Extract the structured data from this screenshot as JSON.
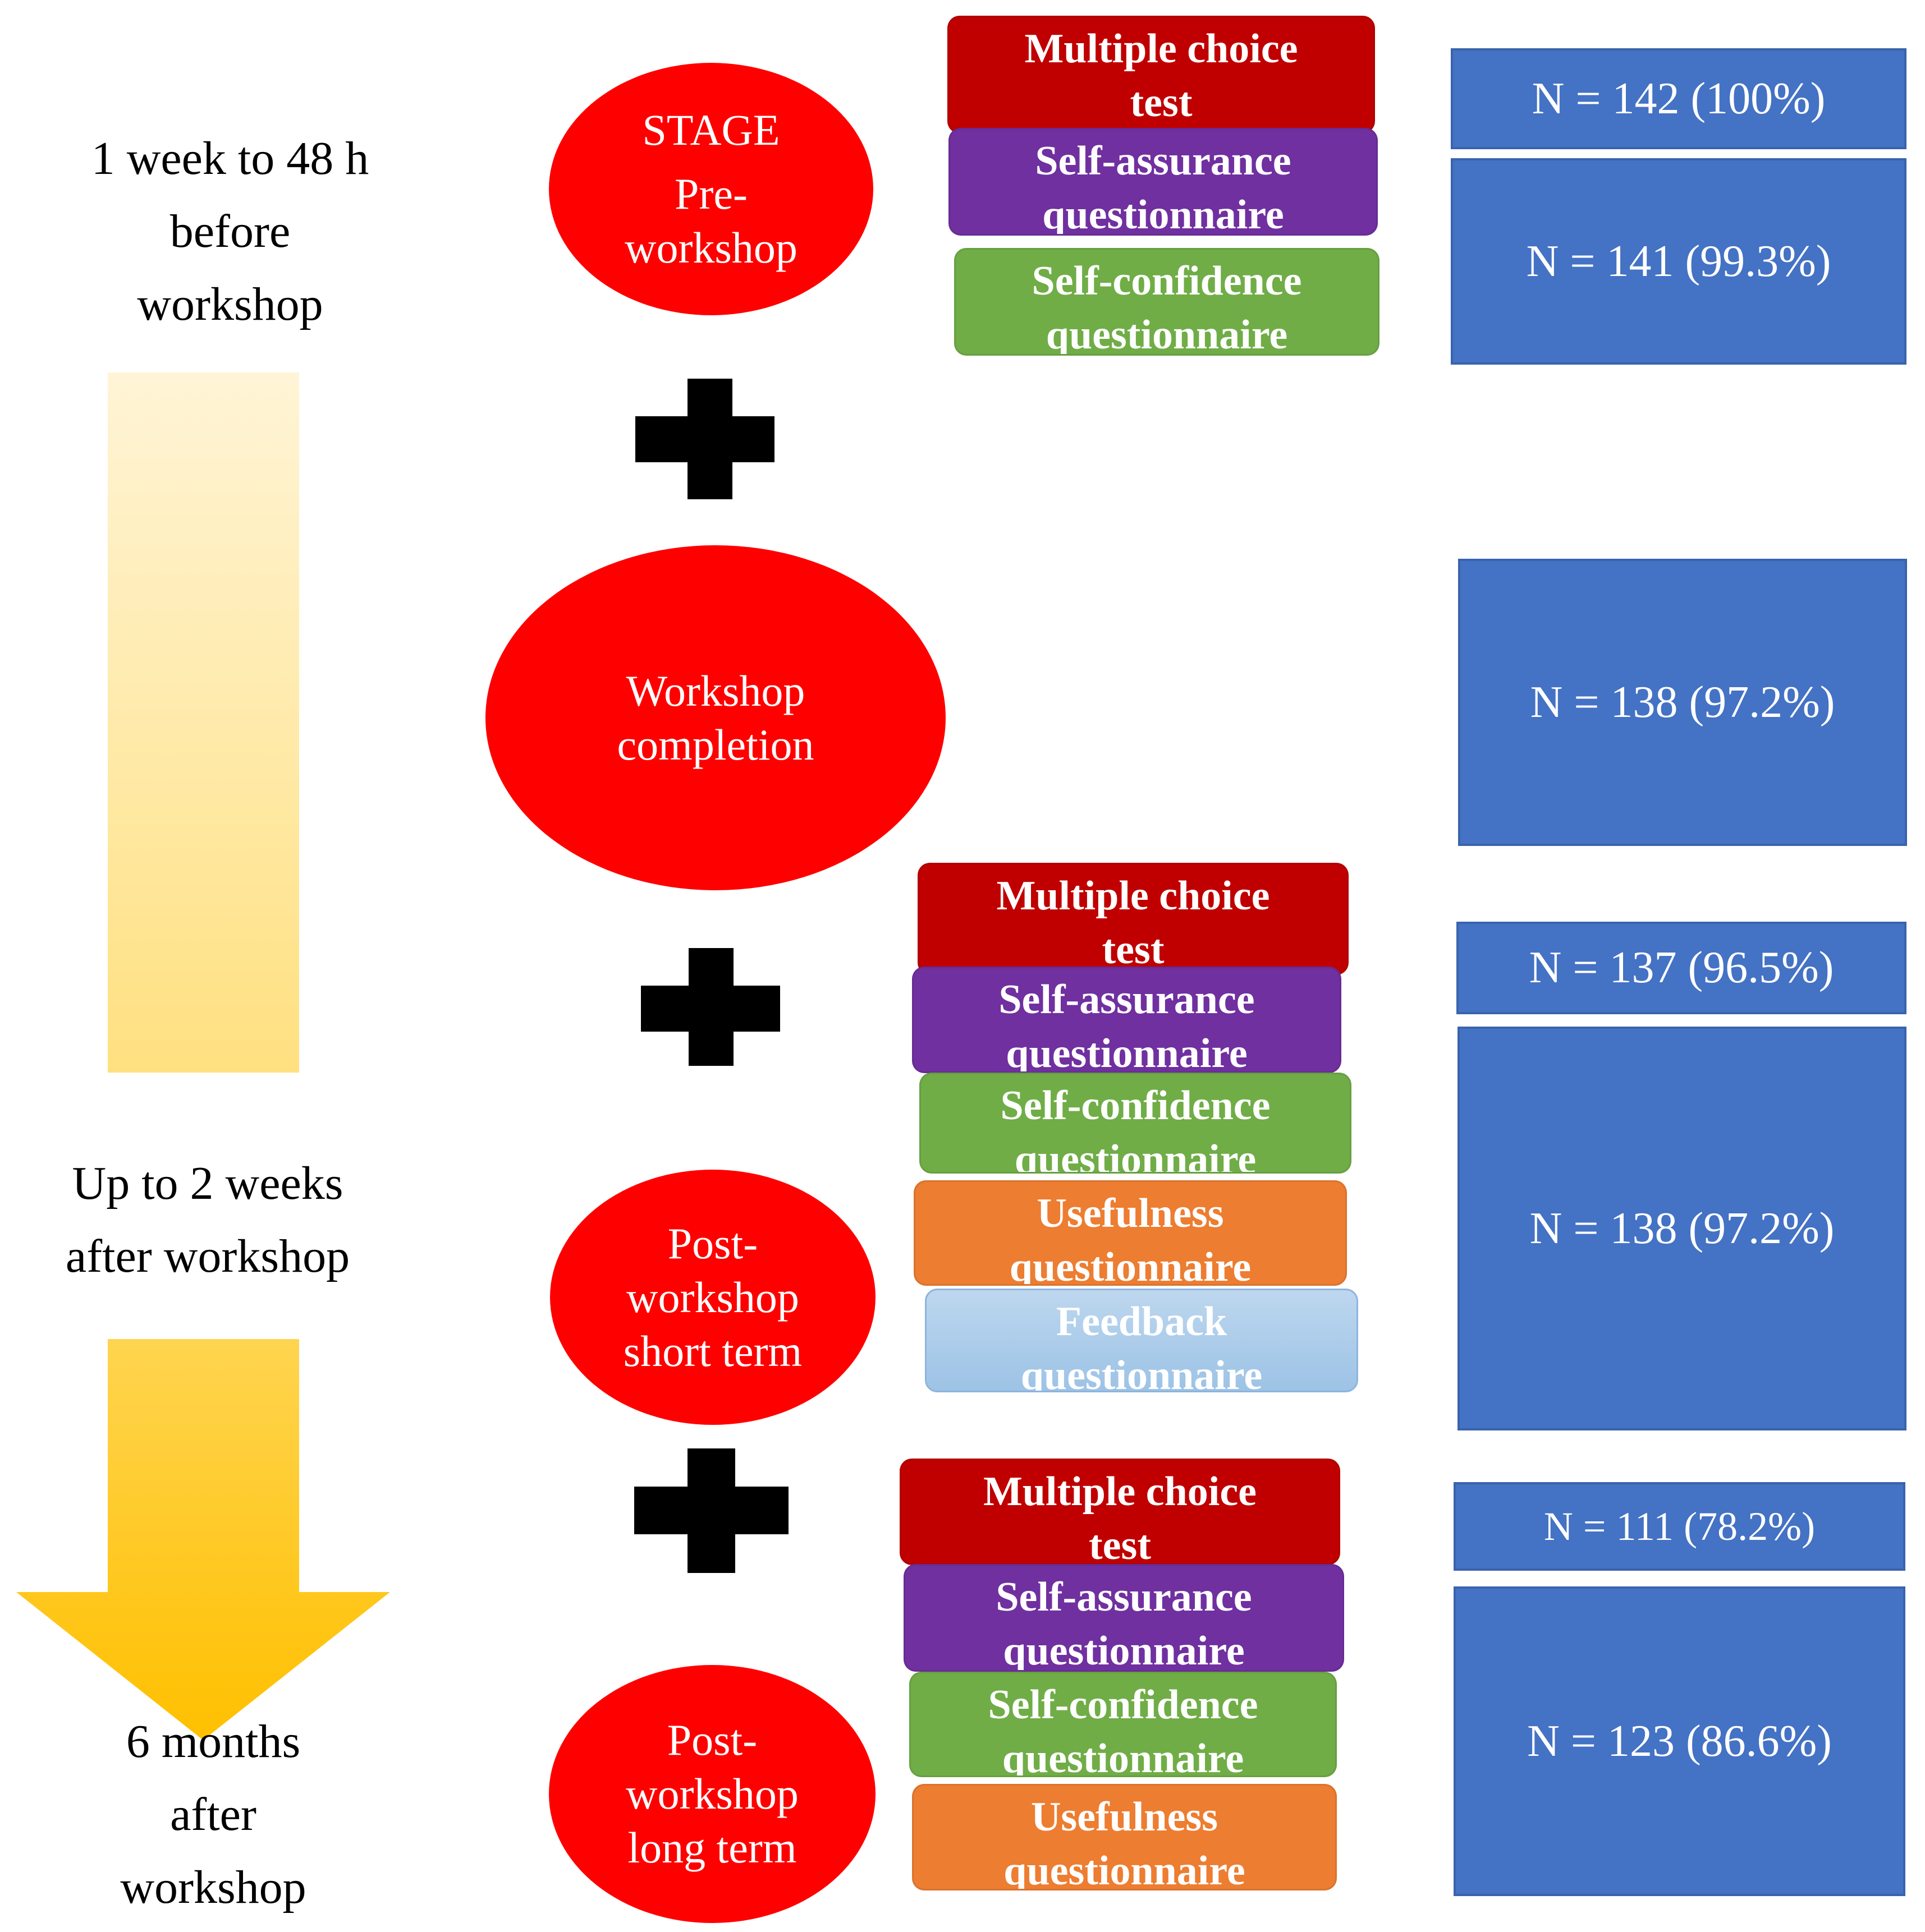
{
  "timeline": {
    "label_top": "1 week to 48 h\nbefore\nworkshop",
    "label_middle": "Up to 2 weeks\nafter workshop",
    "label_bottom": "6 months\nafter\nworkshop"
  },
  "stages": {
    "header": "STAGE",
    "pre": "Pre-\nworkshop",
    "workshop": "Workshop\ncompletion",
    "post_short": "Post-\nworkshop\nshort term",
    "post_long": "Post-\nworkshop\nlong term"
  },
  "instruments": {
    "pre": [
      "Multiple choice\ntest",
      "Self-assurance\nquestionnaire",
      "Self-confidence\nquestionnaire"
    ],
    "post_short": [
      "Multiple choice\ntest",
      "Self-assurance\nquestionnaire",
      "Self-confidence\nquestionnaire",
      "Usefulness\nquestionnaire",
      "Feedback\nquestionnaire"
    ],
    "post_long": [
      "Multiple choice\ntest",
      "Self-assurance\nquestionnaire",
      "Self-confidence\nquestionnaire",
      "Usefulness\nquestionnaire"
    ]
  },
  "counts": {
    "pre_mcq": "N = 142 (100%)",
    "pre_questionnaires": "N = 141 (99.3%)",
    "workshop": "N = 138 (97.2%)",
    "post_short_mcq": "N = 137 (96.5%)",
    "post_short_questionnaires": "N = 138 (97.2%)",
    "post_long_mcq": "N = 111 (78.2%)",
    "post_long_questionnaires": "N = 123 (86.6%)"
  },
  "colors": {
    "stage_oval": "#ff0000",
    "multiple_choice": "#c00000",
    "self_assurance": "#7030a0",
    "self_confidence": "#70ad47",
    "usefulness": "#ed7d31",
    "feedback": "#9dc3e6",
    "count_box": "#4472c4",
    "arrow_top": "#fff2cc",
    "arrow_bottom": "#ffc000"
  }
}
